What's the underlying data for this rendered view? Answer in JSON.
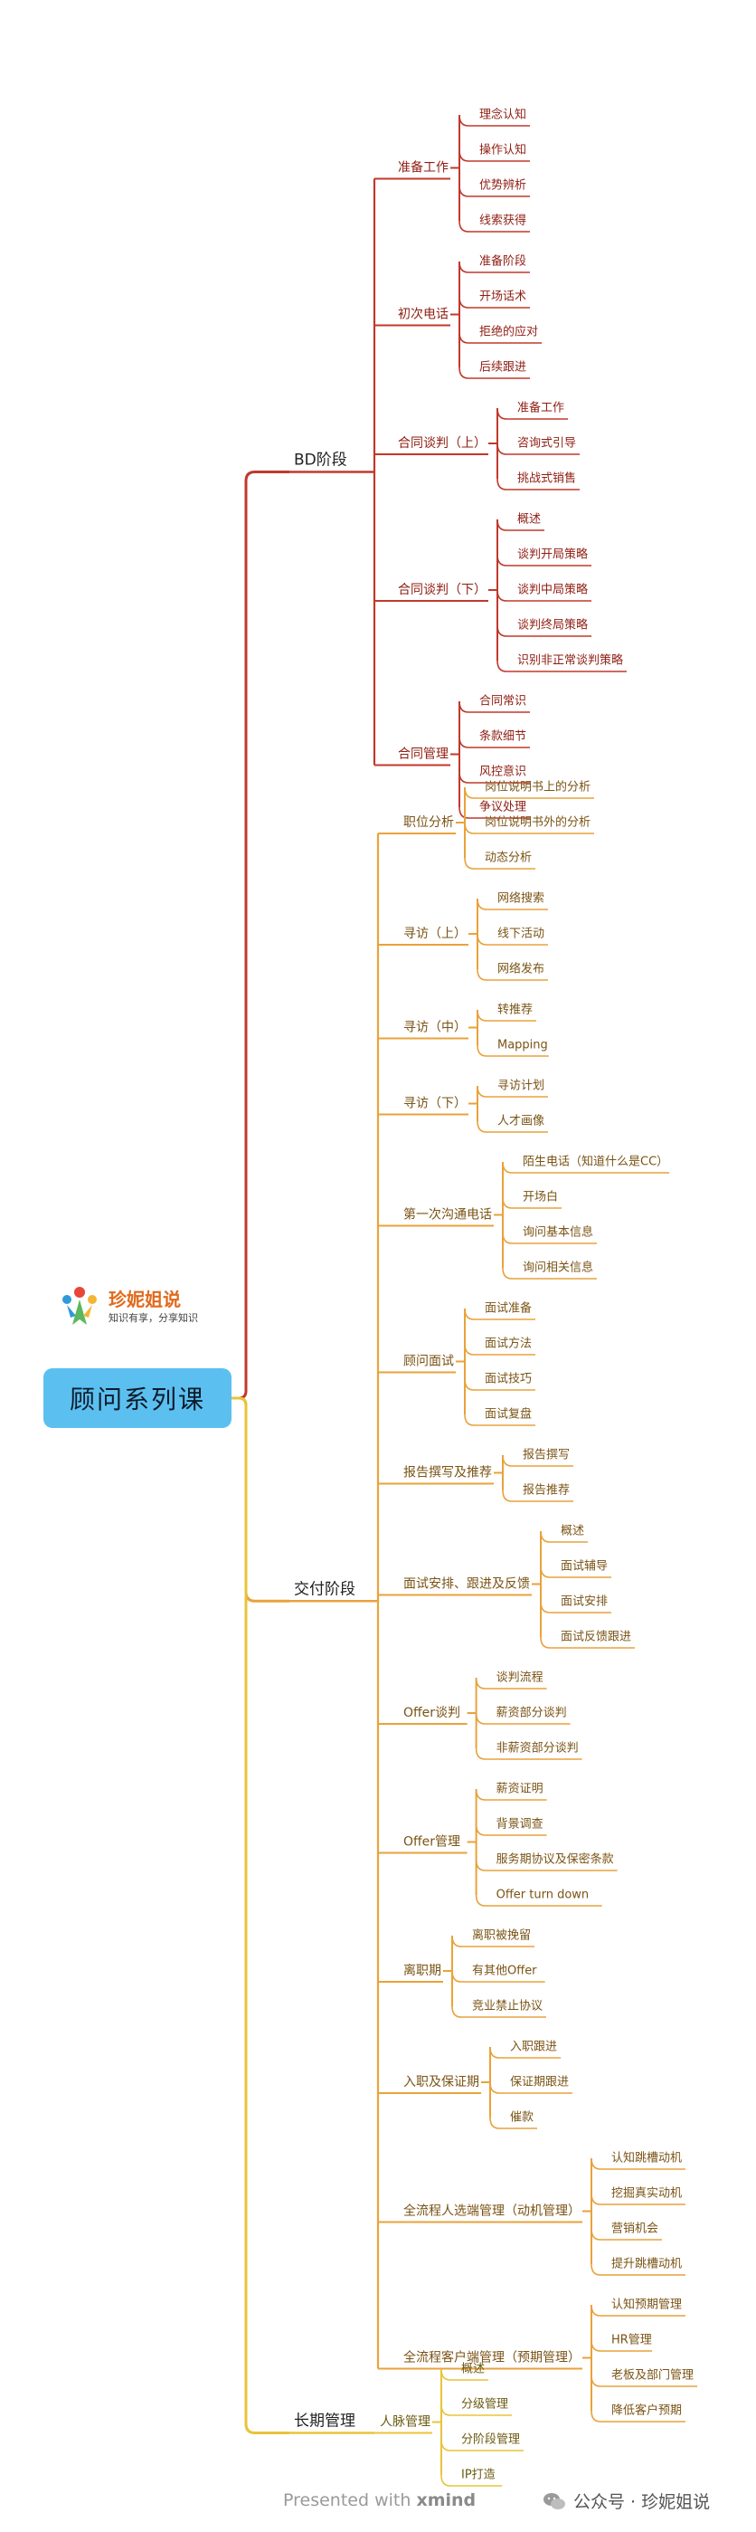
{
  "root": "顾问系列课",
  "logo": {
    "title": "珍妮姐说",
    "subtitle": "知识有享，分享知识"
  },
  "footer": {
    "presented_prefix": "Presented with",
    "presented_brand": "xmind",
    "account": "公众号 · 珍妮姐说"
  },
  "colors": {
    "bd": "#c0392b",
    "delivery": "#e9a23b",
    "longterm": "#e8c43a",
    "bdText": "#8e1d12",
    "delText": "#7a5314",
    "root": "#5bc0f0"
  },
  "branches": [
    {
      "key": "bd",
      "label": "BD阶段",
      "children": [
        {
          "label": "准备工作",
          "children": [
            "理念认知",
            "操作认知",
            "优势辨析",
            "线索获得"
          ]
        },
        {
          "label": "初次电话",
          "children": [
            "准备阶段",
            "开场话术",
            "拒绝的应对",
            "后续跟进"
          ]
        },
        {
          "label": "合同谈判（上）",
          "children": [
            "准备工作",
            "咨询式引导",
            "挑战式销售"
          ]
        },
        {
          "label": "合同谈判（下）",
          "children": [
            "概述",
            "谈判开局策略",
            "谈判中局策略",
            "谈判终局策略",
            "识别非正常谈判策略"
          ]
        },
        {
          "label": "合同管理",
          "children": [
            "合同常识",
            "条款细节",
            "风控意识",
            "争议处理"
          ]
        }
      ]
    },
    {
      "key": "delivery",
      "label": "交付阶段",
      "children": [
        {
          "label": "职位分析",
          "children": [
            "岗位说明书上的分析",
            "岗位说明书外的分析",
            "动态分析"
          ]
        },
        {
          "label": "寻访（上）",
          "children": [
            "网络搜索",
            "线下活动",
            "网络发布"
          ]
        },
        {
          "label": "寻访（中）",
          "children": [
            "转推荐",
            "Mapping"
          ]
        },
        {
          "label": "寻访（下）",
          "children": [
            "寻访计划",
            "人才画像"
          ]
        },
        {
          "label": "第一次沟通电话",
          "children": [
            "陌生电话（知道什么是CC）",
            "开场白",
            "询问基本信息",
            "询问相关信息"
          ]
        },
        {
          "label": "顾问面试",
          "children": [
            "面试准备",
            "面试方法",
            "面试技巧",
            "面试复盘"
          ]
        },
        {
          "label": "报告撰写及推荐",
          "children": [
            "报告撰写",
            "报告推荐"
          ]
        },
        {
          "label": "面试安排、跟进及反馈",
          "children": [
            "概述",
            "面试辅导",
            "面试安排",
            "面试反馈跟进"
          ]
        },
        {
          "label": "Offer谈判",
          "children": [
            "谈判流程",
            "薪资部分谈判",
            "非薪资部分谈判"
          ]
        },
        {
          "label": "Offer管理",
          "children": [
            "薪资证明",
            "背景调查",
            "服务期协议及保密条款",
            "Offer turn down"
          ]
        },
        {
          "label": "离职期",
          "children": [
            "离职被挽留",
            "有其他Offer",
            "竞业禁止协议"
          ]
        },
        {
          "label": "入职及保证期",
          "children": [
            "入职跟进",
            "保证期跟进",
            "催款"
          ]
        },
        {
          "label": "全流程人选端管理（动机管理）",
          "children": [
            "认知跳槽动机",
            "挖掘真实动机",
            "营销机会",
            "提升跳槽动机"
          ]
        },
        {
          "label": "全流程客户端管理（预期管理）",
          "children": [
            "认知预期管理",
            "HR管理",
            "老板及部门管理",
            "降低客户预期"
          ]
        }
      ]
    },
    {
      "key": "longterm",
      "label": "长期管理",
      "children": [
        {
          "label": "人脉管理",
          "children": [
            "概述",
            "分级管理",
            "分阶段管理",
            "IP打造"
          ]
        }
      ]
    }
  ]
}
